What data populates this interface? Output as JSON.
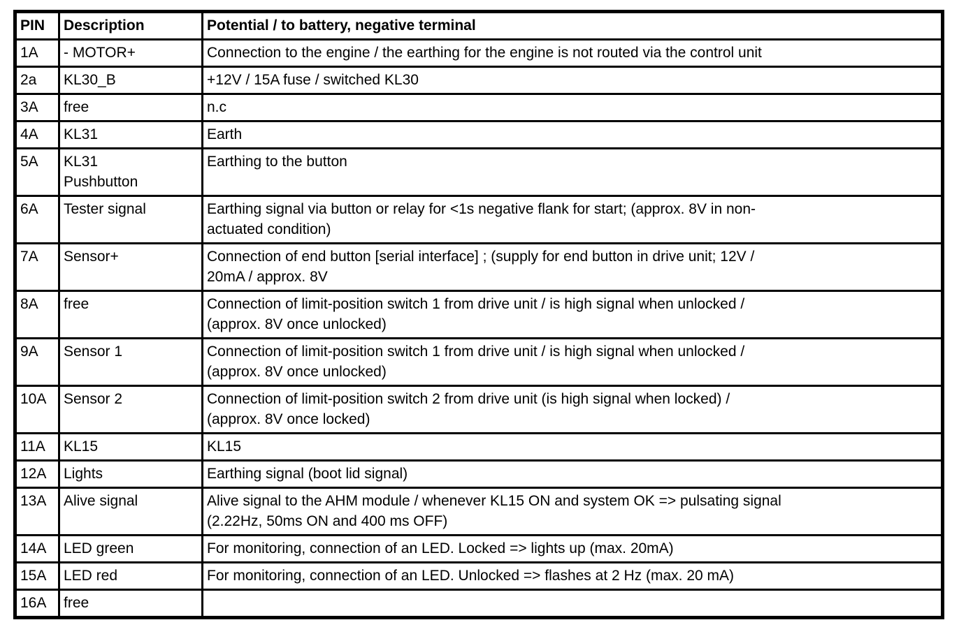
{
  "table": {
    "columns": [
      "PIN",
      "Description",
      "Potential / to battery, negative terminal"
    ],
    "rows": [
      {
        "pin": "1A",
        "description": "- MOTOR+",
        "potential": "Connection to the engine / the earthing for the engine is not routed via the control unit"
      },
      {
        "pin": "2a",
        "description": "KL30_B",
        "potential": "+12V / 15A fuse / switched KL30"
      },
      {
        "pin": "3A",
        "description": "free",
        "potential": "n.c"
      },
      {
        "pin": "4A",
        "description": "KL31",
        "potential": "Earth"
      },
      {
        "pin": "5A",
        "description": "KL31\nPushbutton",
        "potential": "Earthing to the button"
      },
      {
        "pin": "6A",
        "description": "Tester signal",
        "potential": "Earthing signal via button or relay for <1s negative flank for start; (approx. 8V in non-\nactuated condition)"
      },
      {
        "pin": "7A",
        "description": "Sensor+",
        "potential": "Connection of end button [serial interface] ; (supply for end button in drive unit; 12V /\n20mA / approx. 8V"
      },
      {
        "pin": "8A",
        "description": "free",
        "potential": "Connection of limit-position switch 1 from drive unit / is high signal when unlocked /\n(approx. 8V once unlocked)"
      },
      {
        "pin": "9A",
        "description": "Sensor 1",
        "potential": "Connection of limit-position switch 1 from drive unit / is high signal when unlocked /\n(approx. 8V once unlocked)"
      },
      {
        "pin": "10A",
        "description": "Sensor 2",
        "potential": "Connection of limit-position switch 2 from drive unit (is high signal when locked) /\n(approx. 8V once locked)"
      },
      {
        "pin": "11A",
        "description": "KL15",
        "potential": "KL15"
      },
      {
        "pin": "12A",
        "description": "Lights",
        "potential": "Earthing signal (boot lid signal)"
      },
      {
        "pin": "13A",
        "description": "Alive signal",
        "potential": "Alive signal to the AHM module / whenever KL15 ON and system OK => pulsating signal\n(2.22Hz, 50ms ON and 400 ms OFF)"
      },
      {
        "pin": "14A",
        "description": "LED green",
        "potential": "For monitoring, connection of an LED. Locked => lights up (max. 20mA)"
      },
      {
        "pin": "15A",
        "description": "LED red",
        "potential": "For monitoring, connection of an LED. Unlocked => flashes at 2 Hz (max. 20 mA)"
      },
      {
        "pin": "16A",
        "description": "free",
        "potential": ""
      }
    ]
  }
}
